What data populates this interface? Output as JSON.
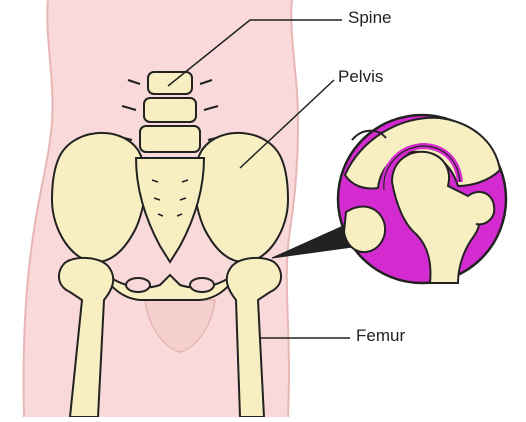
{
  "labels": {
    "spine": "Spine",
    "pelvis": "Pelvis",
    "femur": "Femur"
  },
  "colors": {
    "skin": "#f9d9d9",
    "skin_edge": "#e9b6b6",
    "bone": "#f7eec2",
    "bone_outline": "#222222",
    "joint_highlight": "#d42bd0",
    "leader_line": "#222222"
  }
}
